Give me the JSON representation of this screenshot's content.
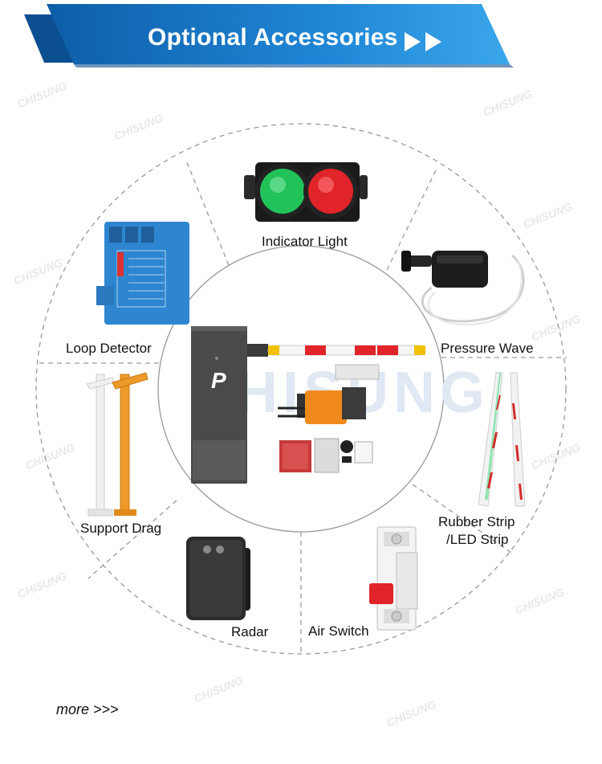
{
  "header": {
    "title": "Optional Accessories"
  },
  "watermark": "CHISUNG",
  "center_product": {
    "logo_letter": "P",
    "watermark_text": "CHISUNG"
  },
  "accessories": [
    {
      "id": "indicator-light",
      "label": "Indicator Light"
    },
    {
      "id": "pressure-wave",
      "label": "Pressure Wave"
    },
    {
      "id": "rubber-strip",
      "label": "Rubber Strip",
      "label_line2": "/LED Strip"
    },
    {
      "id": "air-switch",
      "label": "Air Switch"
    },
    {
      "id": "radar",
      "label": "Radar"
    },
    {
      "id": "support-drag",
      "label": "Support Drag"
    },
    {
      "id": "loop-detector",
      "label": "Loop Detector"
    }
  ],
  "footer": {
    "more_text": "more >>>"
  },
  "colors": {
    "banner": "#1f86d6",
    "banner_dark": "#0e5ea8",
    "light_green": "#22c25a",
    "light_red": "#e0242a",
    "loop_blue": "#2f86d0",
    "post_orange": "#ee9a2a"
  }
}
